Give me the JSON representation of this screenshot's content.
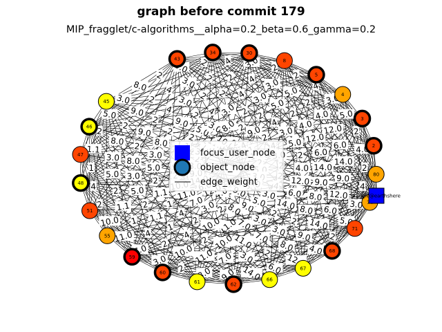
{
  "title": "graph before commit 179",
  "subtitle": "MIP_fragglet/c-algorithms__alpha=0.2_beta=0.6_gamma=0.2",
  "legend": {
    "focus_user_node": "focus_user_node",
    "object_node": "object_node",
    "edge_weight": "edge_weight"
  },
  "colors": {
    "focus": "#0000ff",
    "object_outline": "#1f77b4",
    "red": "#ff0000",
    "orange_red": "#ff4500",
    "orange": "#ff8c00",
    "amber": "#ffa500",
    "yellow": "#ffff00"
  },
  "focus_node": {
    "label": "fraggle@earthshere",
    "color": "focus"
  },
  "nodes": [
    {
      "label": "43",
      "color": "orange_red",
      "outline": true
    },
    {
      "label": "34",
      "color": "orange_red",
      "outline": true
    },
    {
      "label": "30",
      "color": "orange_red",
      "outline": true
    },
    {
      "label": "8",
      "color": "orange_red",
      "outline": false
    },
    {
      "label": "5",
      "color": "orange_red",
      "outline": true
    },
    {
      "label": "4",
      "color": "amber",
      "outline": false
    },
    {
      "label": "3",
      "color": "orange_red",
      "outline": true
    },
    {
      "label": "2",
      "color": "orange_red",
      "outline": true
    },
    {
      "label": "80",
      "color": "amber",
      "outline": false
    },
    {
      "label": "74",
      "color": "amber",
      "outline": false
    },
    {
      "label": "71",
      "color": "orange_red",
      "outline": false
    },
    {
      "label": "68",
      "color": "orange_red",
      "outline": true
    },
    {
      "label": "67",
      "color": "yellow",
      "outline": false
    },
    {
      "label": "66",
      "color": "yellow",
      "outline": false
    },
    {
      "label": "62",
      "color": "orange_red",
      "outline": true
    },
    {
      "label": "61",
      "color": "yellow",
      "outline": false
    },
    {
      "label": "60",
      "color": "orange_red",
      "outline": true
    },
    {
      "label": "59",
      "color": "red",
      "outline": true
    },
    {
      "label": "55",
      "color": "amber",
      "outline": false
    },
    {
      "label": "51",
      "color": "orange_red",
      "outline": false
    },
    {
      "label": "48",
      "color": "yellow",
      "outline": true
    },
    {
      "label": "47",
      "color": "orange_red",
      "outline": false
    },
    {
      "label": "46",
      "color": "yellow",
      "outline": true
    },
    {
      "label": "45",
      "color": "yellow",
      "outline": false
    }
  ],
  "edge_weights": [
    "2",
    "4",
    "3.0",
    "5.0",
    "2",
    "4.0",
    "12.0",
    "6.0",
    "14.0",
    "9.0",
    "8.0",
    "2",
    "3.0",
    "7.0",
    "11.0",
    "10.0",
    "2",
    "4",
    "1",
    "1.1",
    "2",
    "5.0",
    "3.0",
    "8.0",
    "2",
    "9.0",
    "2",
    "4",
    "3.0",
    "2"
  ]
}
